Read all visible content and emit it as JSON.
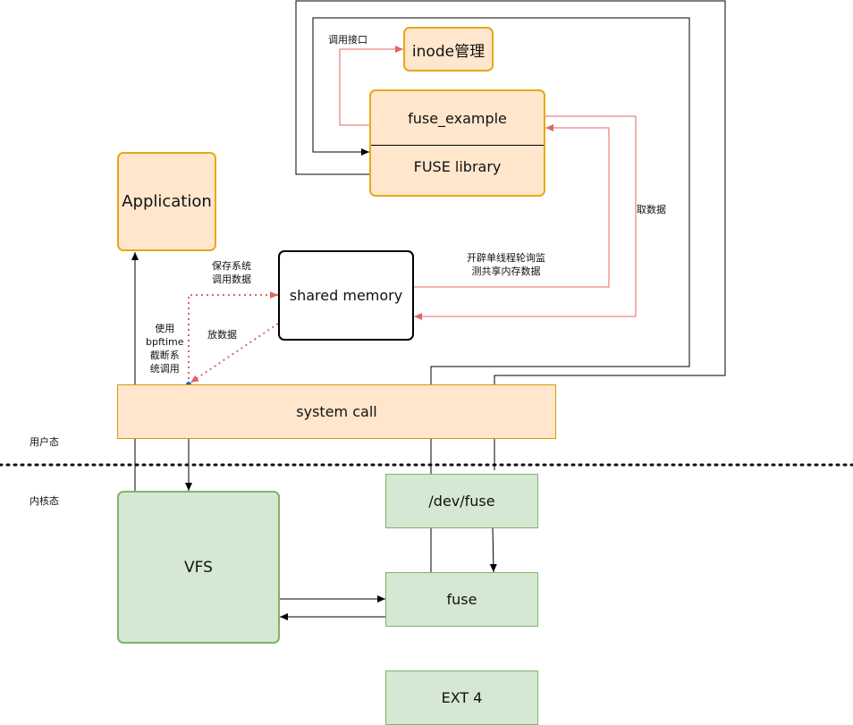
{
  "nodes": {
    "inode": "inode管理",
    "fuse_example": "fuse_example",
    "fuse_library": "FUSE library",
    "application": "Application",
    "shared_memory": "shared memory",
    "system_call": "system call",
    "dev_fuse": "/dev/fuse",
    "vfs": "VFS",
    "fuse": "fuse",
    "ext4": "EXT 4"
  },
  "labels": {
    "call_interface": "调用接口",
    "fetch_data": "取数据",
    "poll_line1": "开辟单线程轮询监",
    "poll_line2": "测共享内存数据",
    "save_line1": "保存系统",
    "save_line2": "调用数据",
    "put_data": "放数据",
    "bpf_line1": "使用",
    "bpf_line2": "bpftime",
    "bpf_line3": "截断系",
    "bpf_line4": "统调用",
    "user_mode": "用户态",
    "kernel_mode": "内核态"
  },
  "colors": {
    "orange_fill": "#ffe6cc",
    "orange_stroke": "#d79b00",
    "green_fill": "#d5e8d4",
    "green_stroke": "#82b366",
    "red_arrow": "#e06666",
    "blue_dot": "#1f5fd6"
  }
}
